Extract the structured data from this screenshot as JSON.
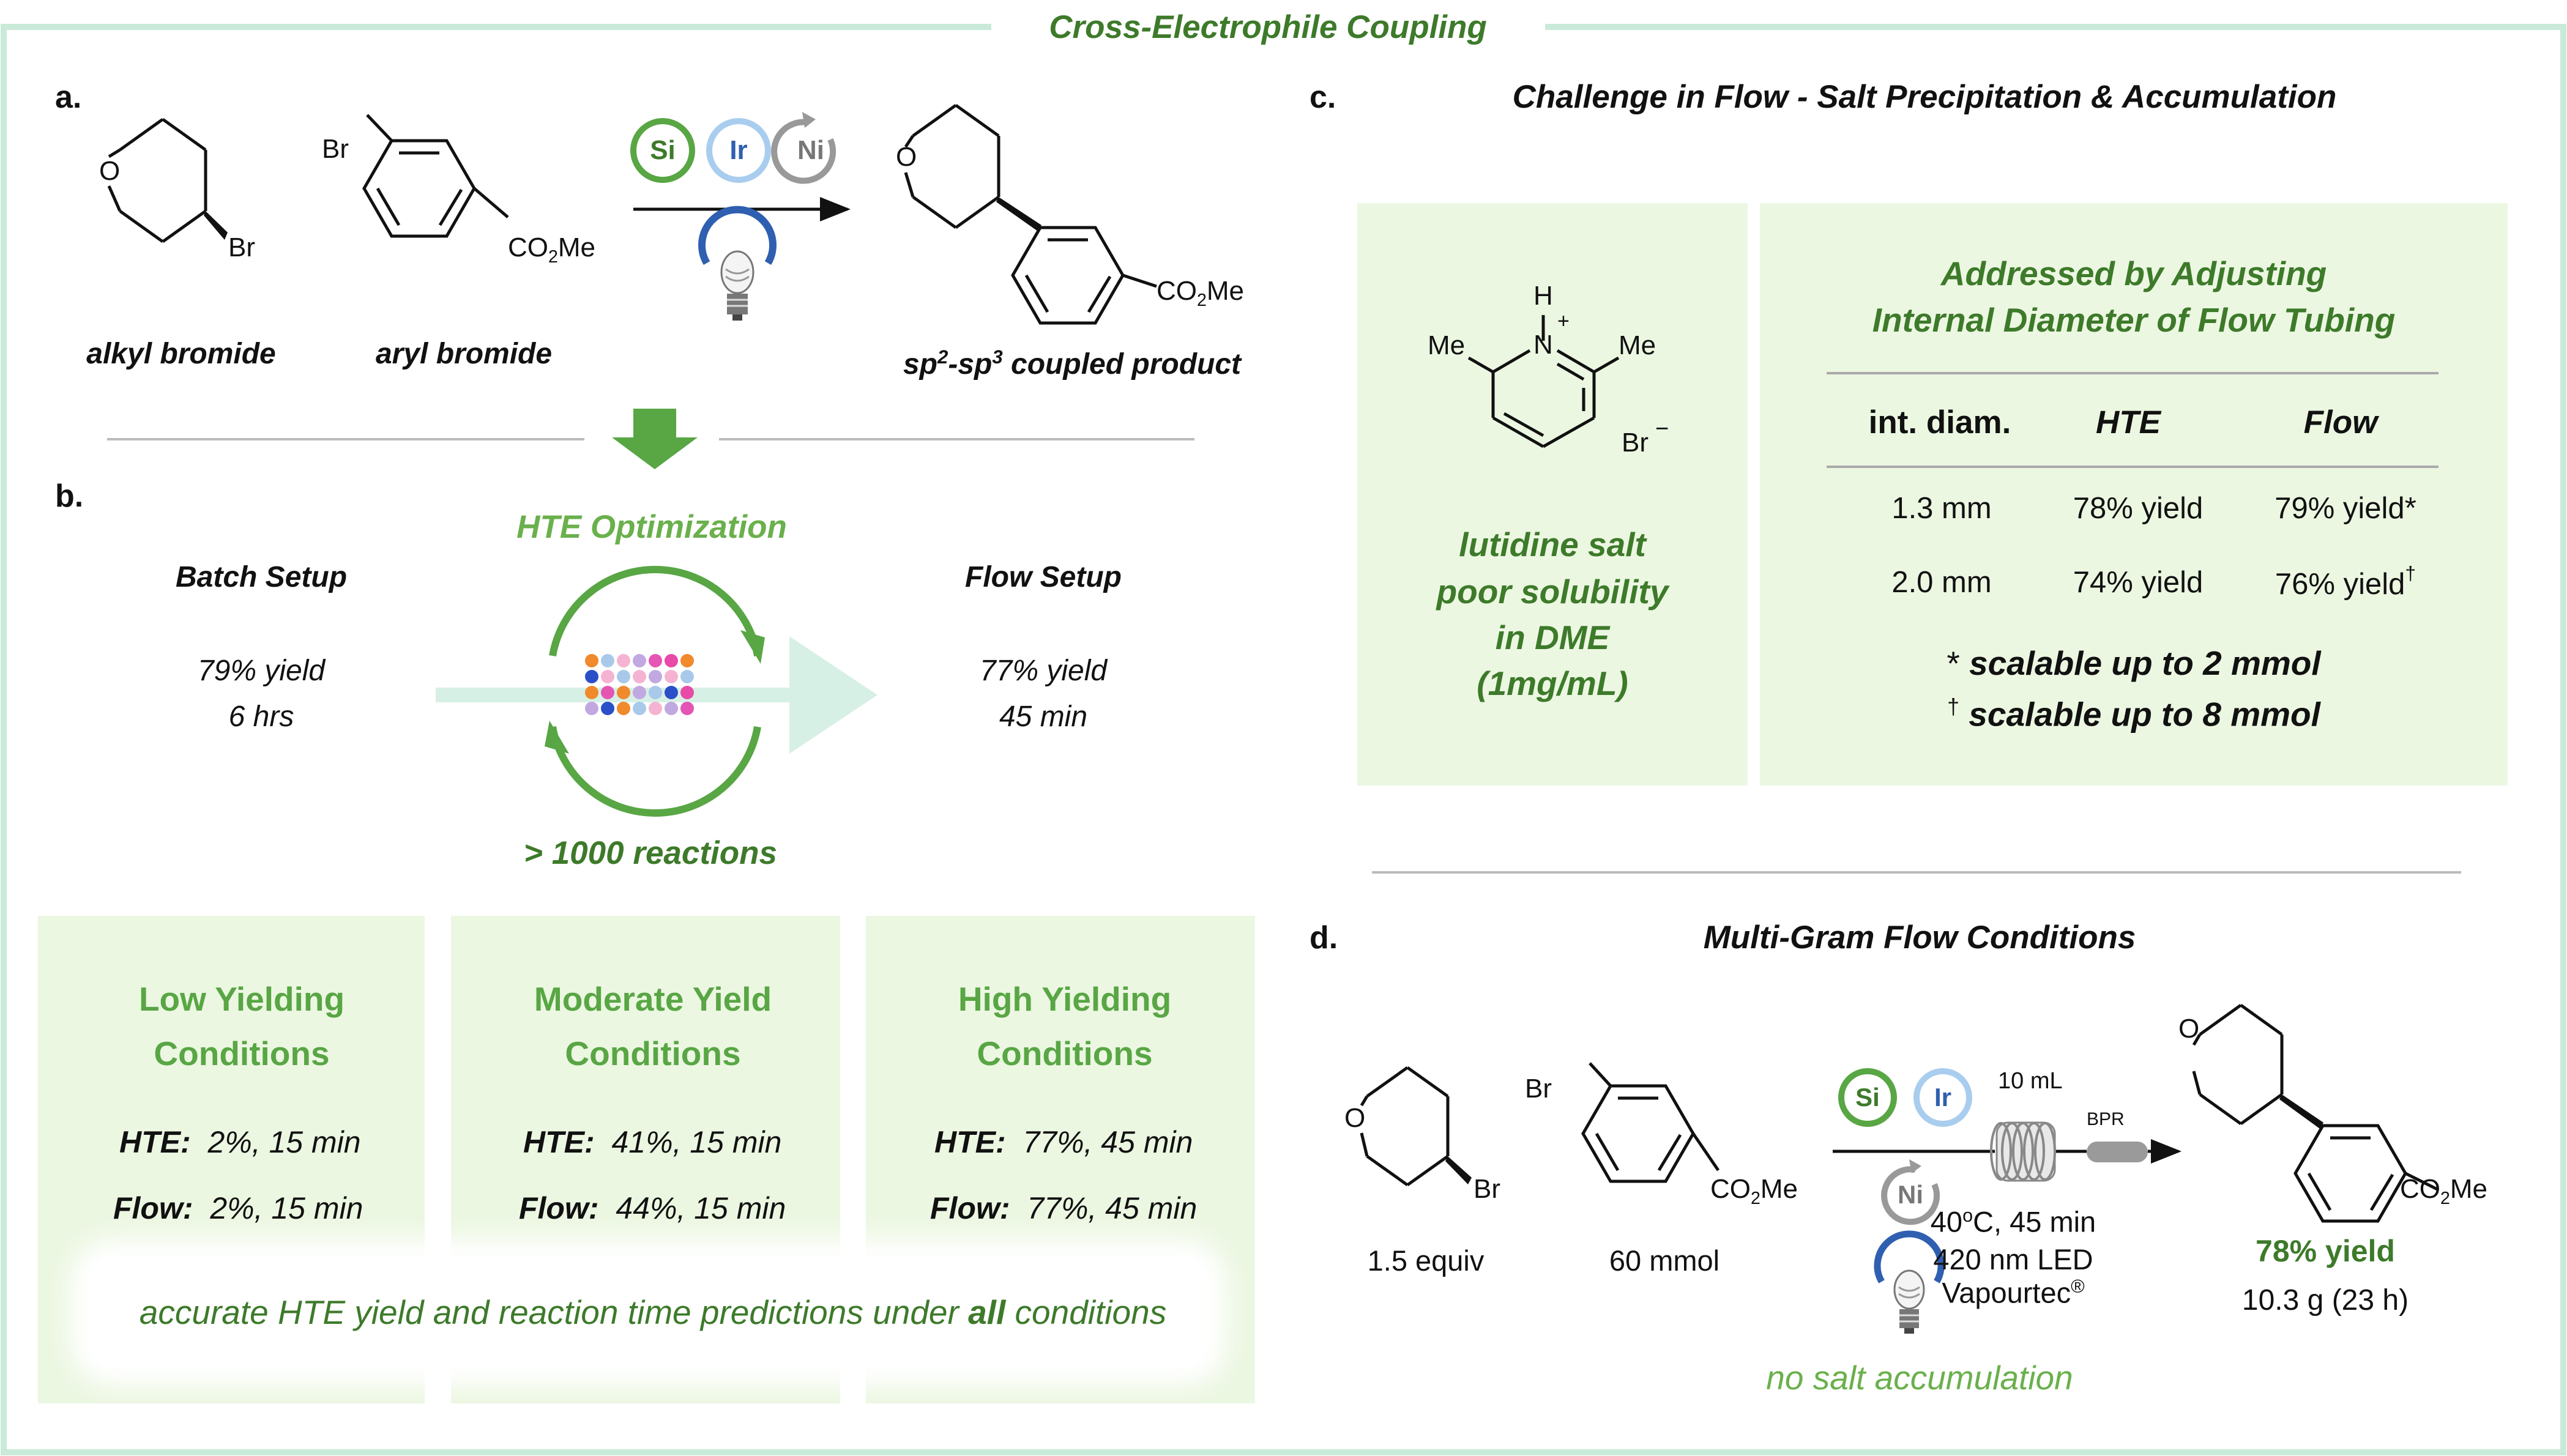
{
  "title": "Cross-Electrophile Coupling",
  "panel_a": {
    "letter": "a.",
    "alkyl_label": "alkyl bromide",
    "aryl_label": "aryl bromide",
    "product_label_pre": "sp",
    "product_sup1": "2",
    "product_mid": "-sp",
    "product_sup2": "3",
    "product_label_post": " coupled product",
    "catalysts": [
      "Si",
      "Ir",
      "Ni"
    ],
    "atom_O": "O",
    "atom_Br": "Br",
    "ester_pre": "CO",
    "ester_sub": "2",
    "ester_post": "Me"
  },
  "panel_b": {
    "letter": "b.",
    "hte_title": "HTE Optimization",
    "batch_title": "Batch Setup",
    "batch_yield": "79% yield",
    "batch_time": "6 hrs",
    "flow_title": "Flow Setup",
    "flow_yield": "77% yield",
    "flow_time": "45 min",
    "reactions": "> 1000 reactions",
    "well_colors": [
      "#f08a2c",
      "#a9c9ea",
      "#f5b3d2",
      "#c2a8e0",
      "#e455b4",
      "#e84aa8",
      "#f08a2c",
      "#2a4fc9",
      "#f5b3d2",
      "#a9c9ea",
      "#f5b3d2",
      "#c2a8e0",
      "#f5b3d2",
      "#a9c9ea",
      "#f08a2c",
      "#e455b4",
      "#f08a2c",
      "#c2a8e0",
      "#a9c9ea",
      "#2a4fc9",
      "#e84aa8",
      "#c2a8e0",
      "#2a4fc9",
      "#f08a2c",
      "#a9c9ea",
      "#f5b3d2",
      "#c2a8e0",
      "#e455b4",
      "#f08a2c",
      "#a9c9ea"
    ],
    "conditions": [
      {
        "title1": "Low Yielding",
        "title2": "Conditions",
        "hte_label": "HTE:",
        "hte_val": "2%, 15 min",
        "flow_label": "Flow:",
        "flow_val": "2%, 15 min"
      },
      {
        "title1": "Moderate Yield",
        "title2": "Conditions",
        "hte_label": "HTE:",
        "hte_val": "41%, 15 min",
        "flow_label": "Flow:",
        "flow_val": "44%, 15 min"
      },
      {
        "title1": "High Yielding",
        "title2": "Conditions",
        "hte_label": "HTE:",
        "hte_val": "77%, 45 min",
        "flow_label": "Flow:",
        "flow_val": "77%, 45 min"
      }
    ],
    "summary_pre": "accurate HTE yield and reaction time predictions under ",
    "summary_bold": "all",
    "summary_post": " conditions"
  },
  "panel_c": {
    "letter": "c.",
    "title": "Challenge in Flow - Salt Precipitation & Accumulation",
    "salt_line1": "lutidine salt",
    "salt_line2": "poor solubility",
    "salt_line3": "in DME",
    "salt_line4": "(1mg/mL)",
    "atom_H": "H",
    "atom_N": "N",
    "plus": "+",
    "me": "Me",
    "bromide": "Br",
    "minus": "−",
    "addressed_line1": "Addressed by Adjusting",
    "addressed_line2": "Internal Diameter of Flow Tubing",
    "table": {
      "headers": [
        "int. diam.",
        "HTE",
        "Flow"
      ],
      "rows": [
        {
          "diam": "1.3 mm",
          "hte": "78% yield",
          "flow": "79% yield",
          "mark": "*"
        },
        {
          "diam": "2.0 mm",
          "hte": "74% yield",
          "flow": "76% yield",
          "mark": "†"
        }
      ]
    },
    "note1_mark": "*",
    "note1": "scalable up to 2 mmol",
    "note2_mark": "†",
    "note2": "scalable up to 8 mmol"
  },
  "panel_d": {
    "letter": "d.",
    "title": "Multi-Gram Flow Conditions",
    "equiv": "1.5 equiv",
    "mmol": "60 mmol",
    "volume": "10 mL",
    "bpr": "BPR",
    "cond_temp_pre": "40",
    "cond_temp_sup": "o",
    "cond_temp_post": "C, 45 min",
    "cond_led": "420 nm LED",
    "cond_brand": "Vapourtec",
    "cond_reg": "®",
    "yield": "78% yield",
    "mass": "10.3 g (23 h)",
    "no_salt": "no salt accumulation",
    "catalysts": [
      "Si",
      "Ir",
      "Ni"
    ]
  },
  "colors": {
    "dark_green": "#3d7a2a",
    "light_green": "#6ab04c",
    "box_fill": "#ecf7e2",
    "frame": "#c9ead8",
    "si_ring": "#58a644",
    "ir_ring": "#a9cdee",
    "ni_ring": "#999999",
    "ir_text": "#2f5fb0"
  }
}
